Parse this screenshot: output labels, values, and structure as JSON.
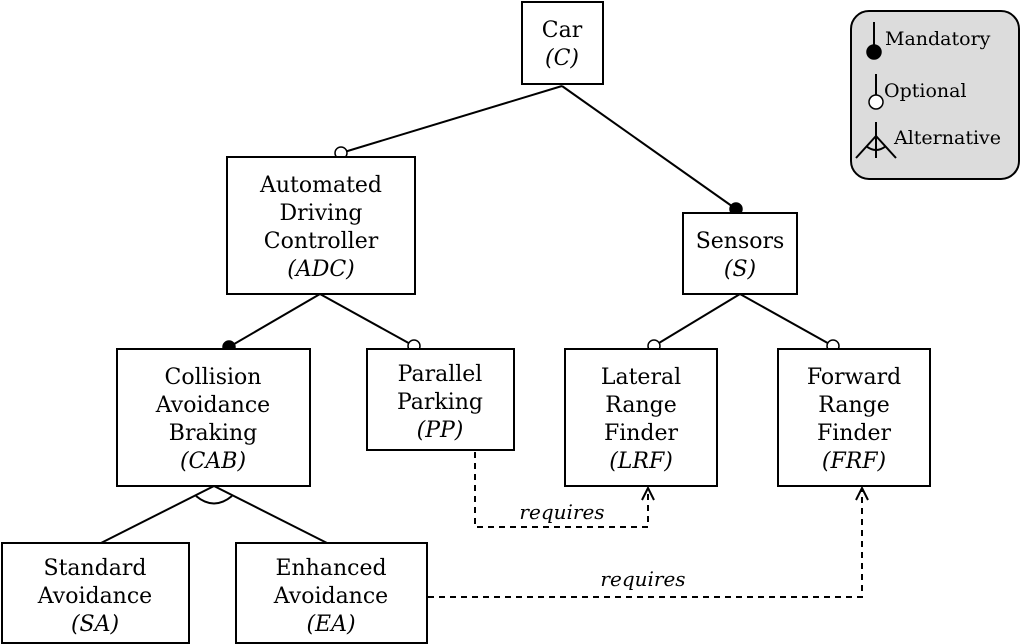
{
  "nodes": {
    "car": {
      "lines": [
        "Car"
      ],
      "abbr": "(C)"
    },
    "adc": {
      "lines": [
        "Automated",
        "Driving",
        "Controller"
      ],
      "abbr": "(ADC)"
    },
    "sensors": {
      "lines": [
        "Sensors"
      ],
      "abbr": "(S)"
    },
    "cab": {
      "lines": [
        "Collision",
        "Avoidance",
        "Braking"
      ],
      "abbr": "(CAB)"
    },
    "pp": {
      "lines": [
        "Parallel",
        "Parking"
      ],
      "abbr": "(PP)"
    },
    "lrf": {
      "lines": [
        "Lateral",
        "Range",
        "Finder"
      ],
      "abbr": "(LRF)"
    },
    "frf": {
      "lines": [
        "Forward",
        "Range",
        "Finder"
      ],
      "abbr": "(FRF)"
    },
    "sa": {
      "lines": [
        "Standard",
        "Avoidance"
      ],
      "abbr": "(SA)"
    },
    "ea": {
      "lines": [
        "Enhanced",
        "Avoidance"
      ],
      "abbr": "(EA)"
    }
  },
  "relations": {
    "pp_requires_lrf": "requires",
    "ea_requires_frf": "requires"
  },
  "legend": {
    "mandatory": "Mandatory",
    "optional": "Optional",
    "alternative": "Alternative",
    "background": "#dcdcdc"
  }
}
